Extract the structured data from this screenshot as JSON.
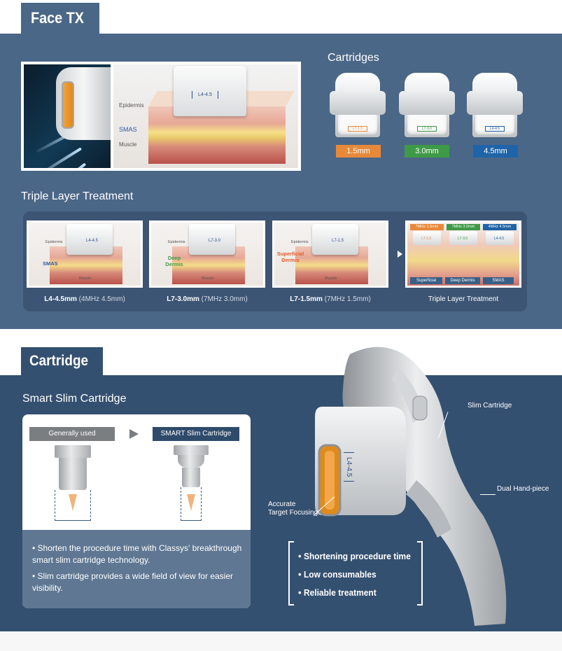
{
  "face_tx": {
    "tab_label": "Face TX",
    "hero": {
      "probe_label": "L4-4.5",
      "layers": [
        "Epidermis",
        "SMAS",
        "Muscle"
      ]
    },
    "cartridges": {
      "title": "Cartridges",
      "items": [
        {
          "tag": "L7-1.5",
          "depth": "1.5mm",
          "color": "#e8893a"
        },
        {
          "tag": "L7-3.0",
          "depth": "3.0mm",
          "color": "#3f9a47"
        },
        {
          "tag": "L4-4.5",
          "depth": "4.5mm",
          "color": "#1f64a8"
        }
      ]
    },
    "triple_layer": {
      "title": "Triple Layer Treatment",
      "cards": [
        {
          "label_bold": "L4-4.5mm",
          "label_sub": "(4MHz 4.5mm)",
          "probe": "L4-4.5",
          "top_label": "Epidermis",
          "mid_label": "SMAS",
          "mid_color": "#2f57a8",
          "bottom_label": "Muscle"
        },
        {
          "label_bold": "L7-3.0mm",
          "label_sub": "(7MHz 3.0mm)",
          "probe": "L7-3.0",
          "top_label": "Epidermis",
          "mid_label": "Deep Dermis",
          "mid_color": "#3f9a47",
          "bottom_label": "Muscle"
        },
        {
          "label_bold": "L7-1.5mm",
          "label_sub": "(7MHz 1.5mm)",
          "probe": "L7-1.5",
          "top_label": "Epidermis",
          "mid_label": "Superficial Dermis",
          "mid_color": "#e05a2a",
          "bottom_label": "Muscle"
        }
      ],
      "summary": {
        "caption": "Triple Layer Treatment",
        "badges": [
          {
            "text": "7MHz 1.5mm",
            "color": "#e8893a"
          },
          {
            "text": "7MHz 3.0mm",
            "color": "#3f9a47"
          },
          {
            "text": "4MHz 4.5mm",
            "color": "#1f64a8"
          }
        ],
        "probes": [
          "L7-1.5",
          "L7-3.0",
          "L4-4.5"
        ],
        "bars": [
          "Superficial",
          "Deep Dermis",
          "SMAS"
        ]
      }
    }
  },
  "cartridge": {
    "tab_label": "Cartridge",
    "smart_slim": {
      "title": "Smart Slim Cartridge",
      "generally_used": "Generally used",
      "smart_label": "SMART Slim Cartridge",
      "bullets": [
        "Shorten the procedure time with Classys' breakthrough smart slim cartridge technology.",
        "Slim cartridge provides a wide field of view for easier visibility."
      ]
    },
    "handpiece": {
      "probe_label": "L4-4.5",
      "labels": {
        "slim_cartridge": "Slim Cartridge",
        "dual_handpiece": "Dual Hand-piece",
        "accurate_line1": "Accurate",
        "accurate_line2": "Target Focusing"
      }
    },
    "benefits": [
      "Shortening procedure time",
      "Low consumables",
      "Reliable treatment"
    ]
  }
}
